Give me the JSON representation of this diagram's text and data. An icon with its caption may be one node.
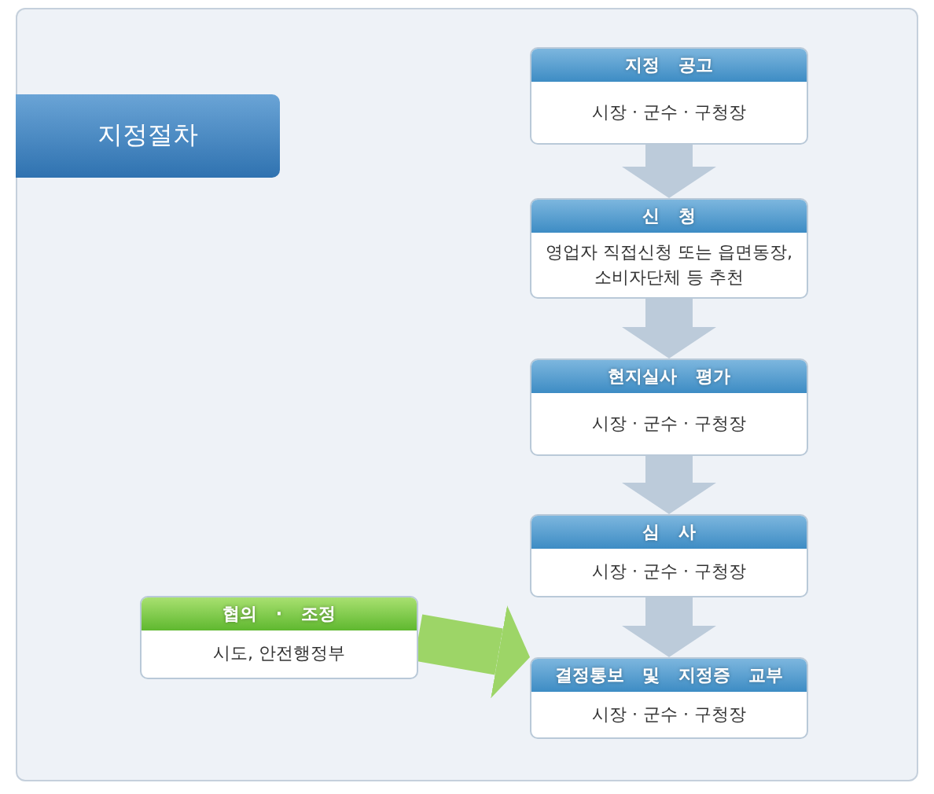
{
  "diagram": {
    "nodes": [
      {
        "text": [
          "지정절차"
        ]
      },
      {
        "text": [
          "지정 공고",
          "시장 · 군수 · 구청장"
        ]
      },
      {
        "text": [
          "신 청",
          "영업자 직접신청 또는 읍면동장, 소비자단체 등 추천"
        ]
      },
      {
        "text": [
          "현지실사 평가",
          "시장 · 군수 · 구청장"
        ]
      },
      {
        "text": [
          "심 사",
          "시장 · 군수 · 구청장"
        ]
      },
      {
        "text": [
          "결정통보 및 지정증 교부",
          "시장 · 군수 · 구청장"
        ]
      },
      {
        "text": [
          "협의 · 조정",
          "시도, 안전행정부"
        ]
      }
    ],
    "edges": [
      {
        "from": 1,
        "to": 2,
        "arrow": "to"
      },
      {
        "from": 2,
        "to": 3,
        "arrow": "to"
      },
      {
        "from": 3,
        "to": 4,
        "arrow": "to"
      },
      {
        "from": 4,
        "to": 5,
        "arrow": "to"
      },
      {
        "from": 6,
        "to": 5,
        "arrow": "to",
        "color": "#8fd14f"
      }
    ]
  }
}
